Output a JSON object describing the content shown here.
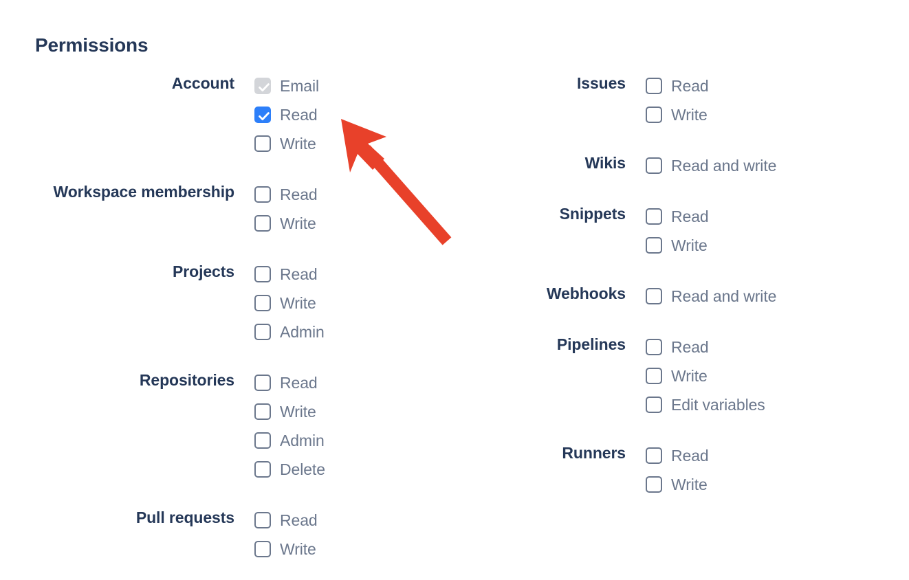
{
  "page": {
    "title": "Permissions",
    "background_color": "#ffffff",
    "heading_color": "#253858",
    "option_text_color": "#6b778c",
    "checked_color": "#2d7ff9",
    "disabled_checked_color": "#d3d5d9",
    "annotation_arrow_color": "#e8412a"
  },
  "columns": {
    "left": [
      {
        "label": "Account",
        "options": [
          {
            "label": "Email",
            "state": "disabled-checked"
          },
          {
            "label": "Read",
            "state": "checked"
          },
          {
            "label": "Write",
            "state": "unchecked"
          }
        ]
      },
      {
        "label": "Workspace membership",
        "options": [
          {
            "label": "Read",
            "state": "unchecked"
          },
          {
            "label": "Write",
            "state": "unchecked"
          }
        ]
      },
      {
        "label": "Projects",
        "options": [
          {
            "label": "Read",
            "state": "unchecked"
          },
          {
            "label": "Write",
            "state": "unchecked"
          },
          {
            "label": "Admin",
            "state": "unchecked"
          }
        ]
      },
      {
        "label": "Repositories",
        "options": [
          {
            "label": "Read",
            "state": "unchecked"
          },
          {
            "label": "Write",
            "state": "unchecked"
          },
          {
            "label": "Admin",
            "state": "unchecked"
          },
          {
            "label": "Delete",
            "state": "unchecked"
          }
        ]
      },
      {
        "label": "Pull requests",
        "options": [
          {
            "label": "Read",
            "state": "unchecked"
          },
          {
            "label": "Write",
            "state": "unchecked"
          }
        ]
      }
    ],
    "right": [
      {
        "label": "Issues",
        "options": [
          {
            "label": "Read",
            "state": "unchecked"
          },
          {
            "label": "Write",
            "state": "unchecked"
          }
        ]
      },
      {
        "label": "Wikis",
        "options": [
          {
            "label": "Read and write",
            "state": "unchecked"
          }
        ]
      },
      {
        "label": "Snippets",
        "options": [
          {
            "label": "Read",
            "state": "unchecked"
          },
          {
            "label": "Write",
            "state": "unchecked"
          }
        ]
      },
      {
        "label": "Webhooks",
        "options": [
          {
            "label": "Read and write",
            "state": "unchecked"
          }
        ]
      },
      {
        "label": "Pipelines",
        "options": [
          {
            "label": "Read",
            "state": "unchecked"
          },
          {
            "label": "Write",
            "state": "unchecked"
          },
          {
            "label": "Edit variables",
            "state": "unchecked"
          }
        ]
      },
      {
        "label": "Runners",
        "options": [
          {
            "label": "Read",
            "state": "unchecked"
          },
          {
            "label": "Write",
            "state": "unchecked"
          }
        ]
      }
    ]
  },
  "annotation": {
    "type": "arrow",
    "points_to": "Account Read checkbox",
    "color": "#e8412a"
  }
}
